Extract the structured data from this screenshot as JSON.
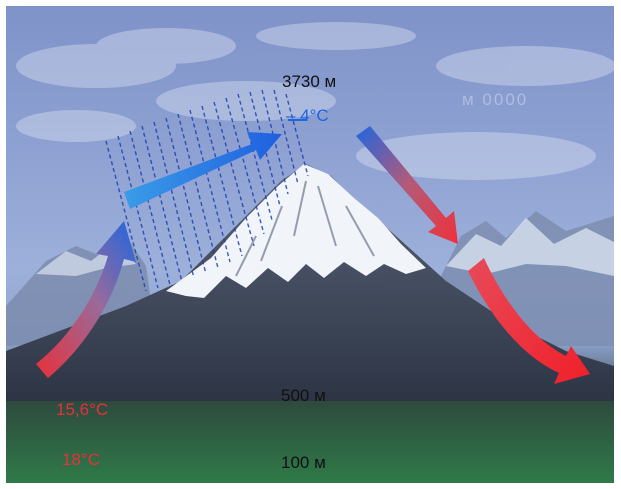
{
  "labels": {
    "summit_altitude": "3730 м",
    "summit_temperature": "– 4°C",
    "mid_altitude": "500 м",
    "base_altitude": "100 м",
    "windward_temperature_mid": "15,6°C",
    "windward_temperature_base": "18°C",
    "faded_altitude": "м 0000"
  },
  "colors": {
    "cold": "#1f66e0",
    "warm": "#e8303a",
    "snow": "#f4f7fb",
    "rain": "#1d3fae",
    "text_dark": "#111111"
  },
  "icons": {
    "rising_air": "gradient-arrow-up",
    "summit_flow": "gradient-arrow-right",
    "descending_air": "gradient-arrow-down-right"
  }
}
